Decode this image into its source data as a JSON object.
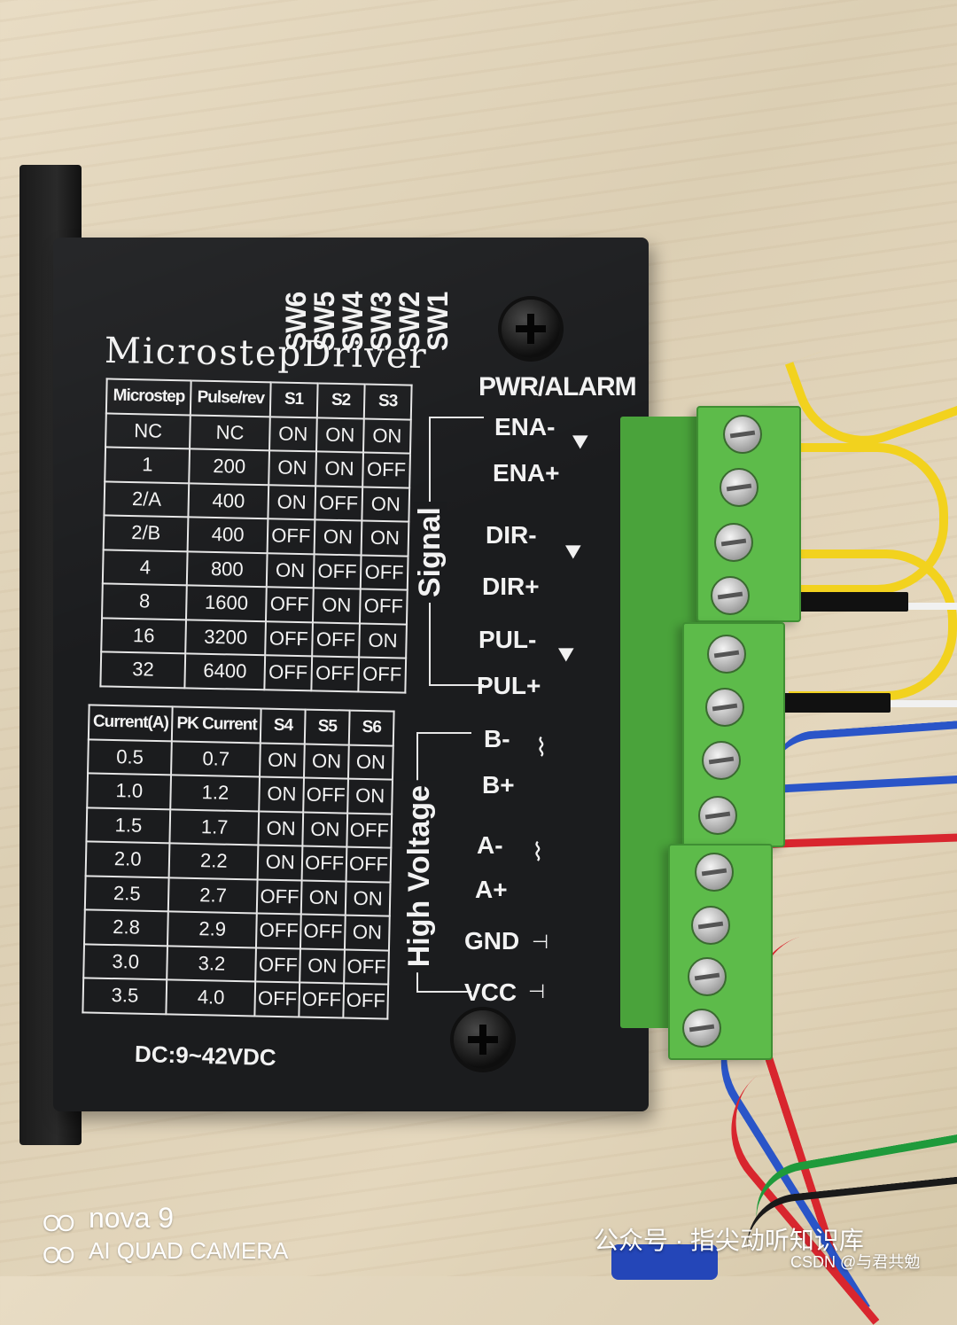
{
  "driver": {
    "brand": "MicrostepDriver",
    "switch_labels": [
      "SW6",
      "SW5",
      "SW4",
      "SW3",
      "SW2",
      "SW1"
    ],
    "pwr_alarm": "PWR/ALARM",
    "supply": "DC:9~42VDC",
    "signal_group": "Signal",
    "high_voltage_group": "High Voltage",
    "signal_pins": [
      "ENA-",
      "ENA+",
      "DIR-",
      "DIR+",
      "PUL-",
      "PUL+"
    ],
    "power_pins": [
      "B-",
      "B+",
      "A-",
      "A+",
      "GND",
      "VCC"
    ]
  },
  "microstep_table": {
    "headers": [
      "Microstep",
      "Pulse/rev",
      "S1",
      "S2",
      "S3"
    ],
    "rows": [
      [
        "NC",
        "NC",
        "ON",
        "ON",
        "ON"
      ],
      [
        "1",
        "200",
        "ON",
        "ON",
        "OFF"
      ],
      [
        "2/A",
        "400",
        "ON",
        "OFF",
        "ON"
      ],
      [
        "2/B",
        "400",
        "OFF",
        "ON",
        "ON"
      ],
      [
        "4",
        "800",
        "ON",
        "OFF",
        "OFF"
      ],
      [
        "8",
        "1600",
        "OFF",
        "ON",
        "OFF"
      ],
      [
        "16",
        "3200",
        "OFF",
        "OFF",
        "ON"
      ],
      [
        "32",
        "6400",
        "OFF",
        "OFF",
        "OFF"
      ]
    ]
  },
  "current_table": {
    "headers": [
      "Current(A)",
      "PK Current",
      "S4",
      "S5",
      "S6"
    ],
    "rows": [
      [
        "0.5",
        "0.7",
        "ON",
        "ON",
        "ON"
      ],
      [
        "1.0",
        "1.2",
        "ON",
        "OFF",
        "ON"
      ],
      [
        "1.5",
        "1.7",
        "ON",
        "ON",
        "OFF"
      ],
      [
        "2.0",
        "2.2",
        "ON",
        "OFF",
        "OFF"
      ],
      [
        "2.5",
        "2.7",
        "OFF",
        "ON",
        "ON"
      ],
      [
        "2.8",
        "2.9",
        "OFF",
        "OFF",
        "ON"
      ],
      [
        "3.0",
        "3.2",
        "OFF",
        "ON",
        "OFF"
      ],
      [
        "3.5",
        "4.0",
        "OFF",
        "OFF",
        "OFF"
      ]
    ]
  },
  "watermark": {
    "camera_line1": "nova 9",
    "camera_line2": "AI QUAD CAMERA",
    "account": "公众号 · 指尖动听知识库",
    "credit": "CSDN @与君共勉"
  },
  "colors": {
    "terminal_green": "#5dbb4a",
    "driver_black": "#1b1c1e",
    "wire_yellow": "#f2d21e",
    "wire_blue": "#2a55c8",
    "wire_red": "#d8262e"
  }
}
